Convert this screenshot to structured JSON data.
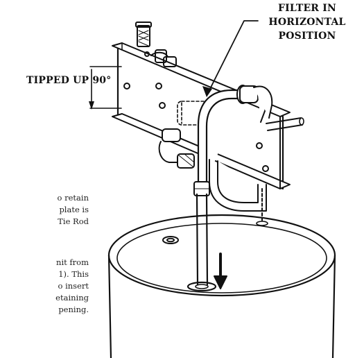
{
  "labels": {
    "filter_line1": "FILTER IN",
    "filter_line2": "HORIZONTAL",
    "filter_line3": "POSITION",
    "tipped": "TIPPED UP 90°"
  },
  "text_fragments": {
    "para1": [
      "o retain",
      "plate is",
      "Tie Rod"
    ],
    "para2": [
      "nit from",
      "1). This",
      "o insert",
      "etaining",
      "pening."
    ]
  }
}
